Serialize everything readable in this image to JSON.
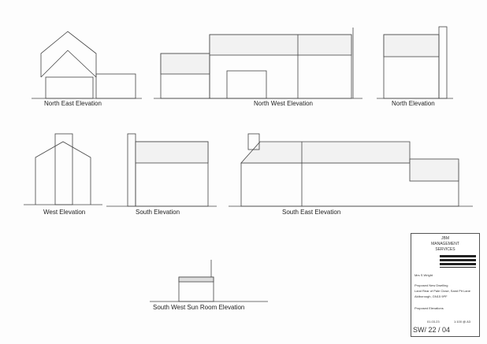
{
  "elevations": {
    "north_east": "North East  Elevation",
    "north_west": "North West Elevation",
    "north": "North Elevation",
    "west": "West Elevation",
    "south": "South Elevation",
    "south_east": "South East Elevation",
    "south_west_sun_room": "South West Sun Room Elevation"
  },
  "title_block": {
    "company_line1": "JBM",
    "company_line2": "MANAGEMENT",
    "company_line3": "SERVICES",
    "client": "Mrs S Wright",
    "project_line1": "Proposed New Dwelling",
    "project_line2": "Land Rear of Pale Close, Sand Pit Lane",
    "project_line3": "Aldborough, GN15 9PF",
    "drawing_title": "Proposed Elevations",
    "date": "01.03.23",
    "scale": "1:100 @ A3",
    "drawing_number": "SW/ 22 / 04"
  }
}
